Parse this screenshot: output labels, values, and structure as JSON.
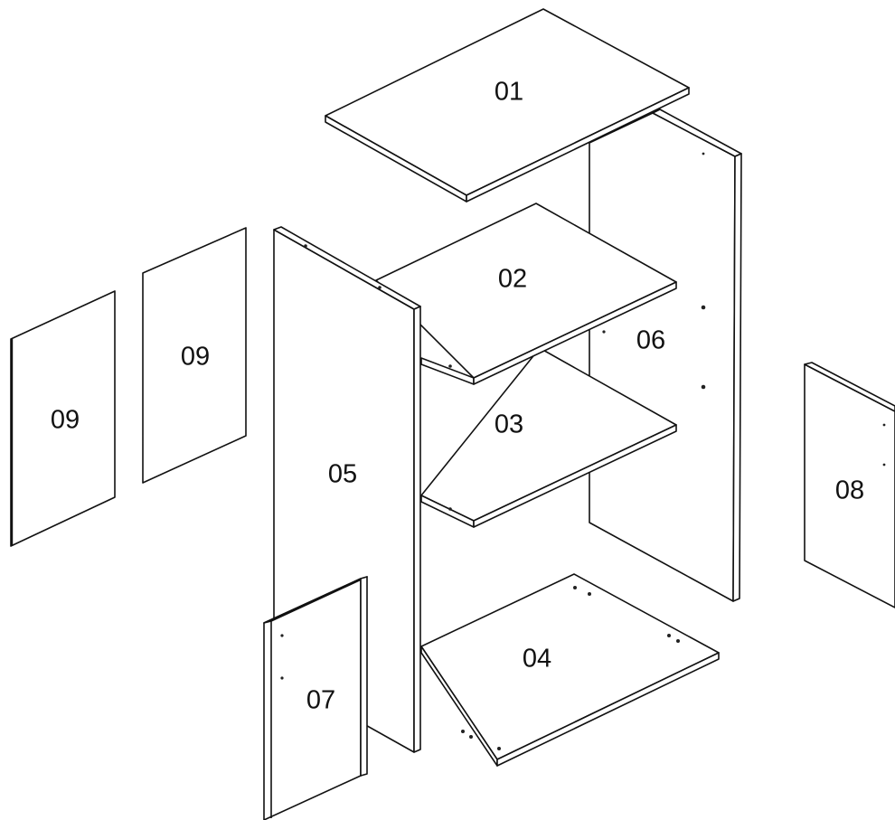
{
  "diagram": {
    "parts": [
      {
        "id": "top-panel",
        "label": "01"
      },
      {
        "id": "shelf-upper",
        "label": "02"
      },
      {
        "id": "shelf-middle",
        "label": "03"
      },
      {
        "id": "bottom-panel",
        "label": "04"
      },
      {
        "id": "side-panel-left",
        "label": "05"
      },
      {
        "id": "side-panel-right",
        "label": "06"
      },
      {
        "id": "plinth-front",
        "label": "07"
      },
      {
        "id": "back-panel",
        "label": "08"
      },
      {
        "id": "door-rear",
        "label": "09"
      },
      {
        "id": "door-front",
        "label": "09"
      }
    ]
  }
}
